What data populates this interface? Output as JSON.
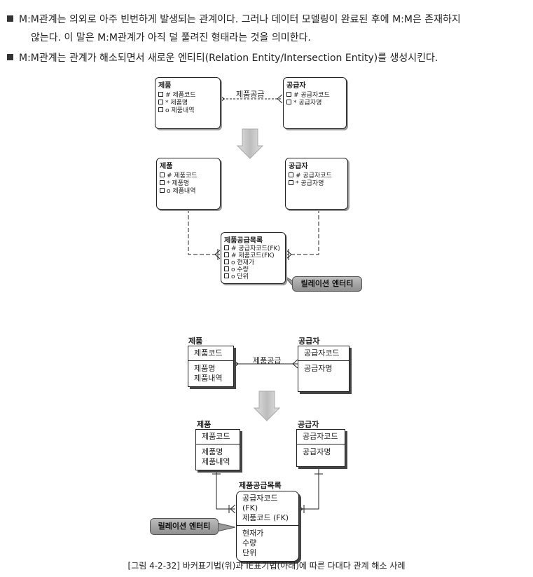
{
  "bullets": [
    {
      "line1": "M:M관계는 의외로 아주 빈번하게 발생되는 관계이다. 그러나 데이터 모델링이 완료된 후에 M:M은 존재하지",
      "line2": "않는다. 이 말은 M:M관계가 아직 덜 풀려진 형태라는 것을 의미한다."
    },
    {
      "line1": "M:M관계는 관계가 해소되면서 새로운 엔티티(Relation Entity/Intersection Entity)를 생성시킨다."
    }
  ],
  "barker": {
    "before": {
      "product": {
        "title": "제품",
        "attrs": [
          "# 제품코드",
          "* 제품명",
          "o 제품내역"
        ]
      },
      "supplier": {
        "title": "공급자",
        "attrs": [
          "# 공급자코드",
          "* 공급자명"
        ]
      },
      "relation": "제품공급"
    },
    "after": {
      "product": {
        "title": "제품",
        "attrs": [
          "# 제품코드",
          "* 제품명",
          "o 제품내역"
        ]
      },
      "supplier": {
        "title": "공급자",
        "attrs": [
          "# 공급자코드",
          "* 공급자명"
        ]
      },
      "intersection": {
        "title": "제품공급목록",
        "attrs": [
          "# 공급자코드(FK)",
          "# 제품코드(FK)",
          "o 현재가",
          "o 수량",
          "o 단위"
        ]
      },
      "callout": "릴레이션 엔터티"
    }
  },
  "ie": {
    "before": {
      "product": {
        "title": "제품",
        "pk": [
          "제품코드"
        ],
        "attrs": [
          "제품명",
          "제품내역"
        ]
      },
      "supplier": {
        "title": "공급자",
        "pk": [
          "공급자코드"
        ],
        "attrs": [
          "공급자명"
        ]
      },
      "relation": "제품공급"
    },
    "after": {
      "product": {
        "title": "제품",
        "pk": [
          "제품코드"
        ],
        "attrs": [
          "제품명",
          "제품내역"
        ]
      },
      "supplier": {
        "title": "공급자",
        "pk": [
          "공급자코드"
        ],
        "attrs": [
          "공급자명"
        ]
      },
      "intersection": {
        "title": "제품공급목록",
        "pk": [
          "공급자코드 (FK)",
          "제품코드 (FK)"
        ],
        "attrs": [
          "현재가",
          "수량",
          "단위"
        ]
      },
      "callout": "릴레이션 엔터티"
    }
  },
  "caption": "[그림 4-2-32] 바커표기법(위)과 IE표기법(아래)에 따른 다대다 관계 해소 사례"
}
